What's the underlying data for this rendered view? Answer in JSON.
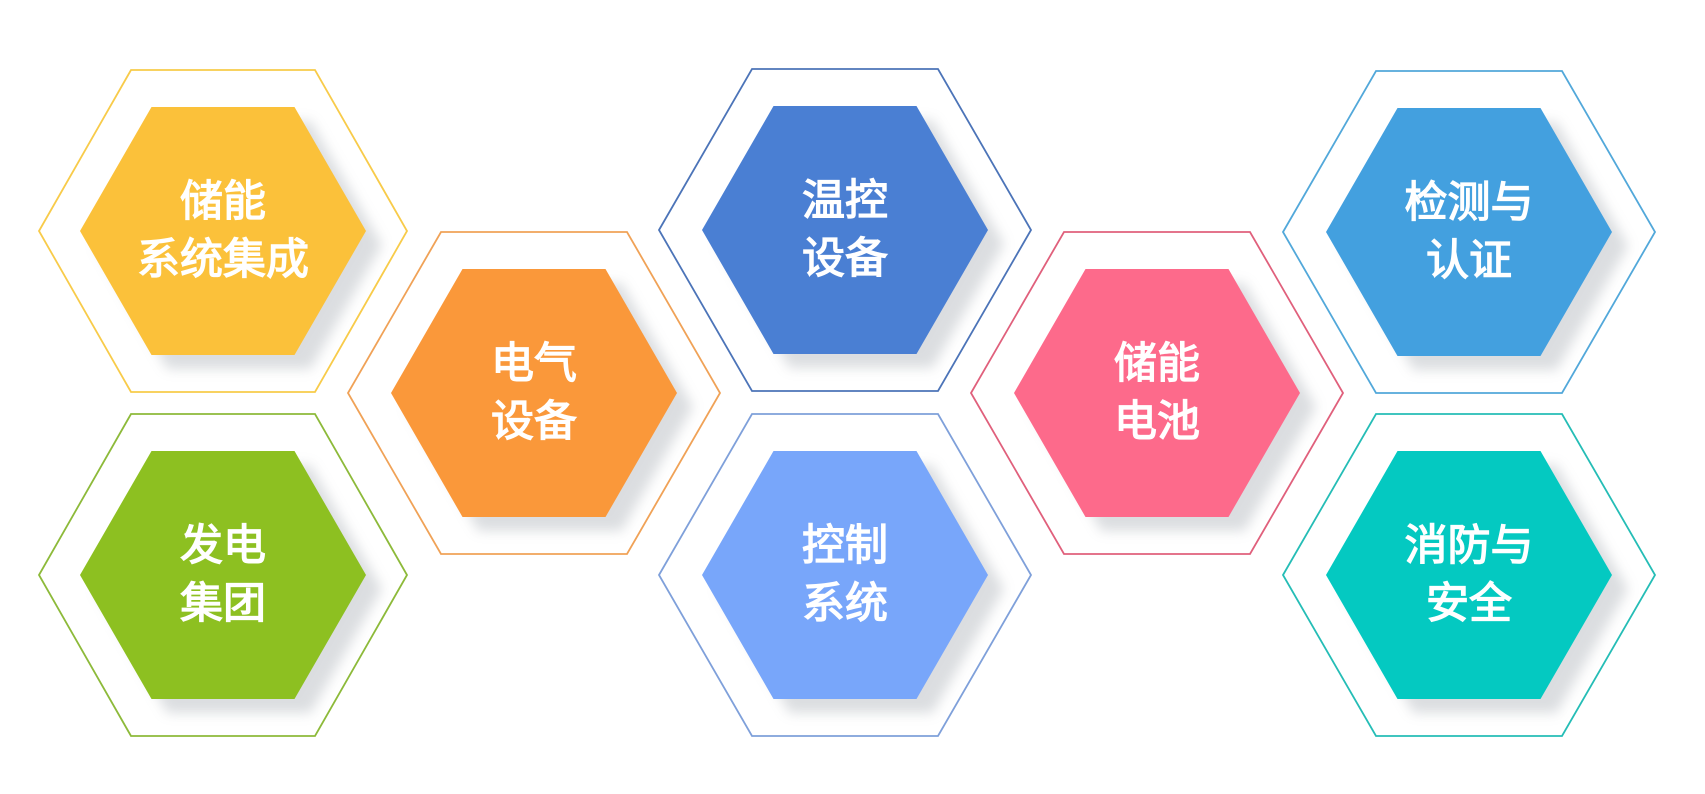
{
  "hexagons": [
    {
      "id": "storage-system-integration",
      "lines": [
        "储能",
        "系统集成"
      ],
      "fill": "#FBC13A",
      "outline": "#F8CB4A"
    },
    {
      "id": "power-generation-group",
      "lines": [
        "发电",
        "集团"
      ],
      "fill": "#8DC021",
      "outline": "#8DBA3A"
    },
    {
      "id": "electrical-equipment",
      "lines": [
        "电气",
        "设备"
      ],
      "fill": "#FA983A",
      "outline": "#F0A257"
    },
    {
      "id": "temperature-control",
      "lines": [
        "温控",
        "设备"
      ],
      "fill": "#4A7FD3",
      "outline": "#4C74B8"
    },
    {
      "id": "control-system",
      "lines": [
        "控制",
        "系统"
      ],
      "fill": "#78A6FA",
      "outline": "#7FA0DA"
    },
    {
      "id": "storage-battery",
      "lines": [
        "储能",
        "电池"
      ],
      "fill": "#FD6A8B",
      "outline": "#E0607C"
    },
    {
      "id": "testing-certification",
      "lines": [
        "检测与",
        "认证"
      ],
      "fill": "#43A0DF",
      "outline": "#52A8DA"
    },
    {
      "id": "fire-safety",
      "lines": [
        "消防与",
        "安全"
      ],
      "fill": "#04C9C1",
      "outline": "#25BDB6"
    }
  ]
}
